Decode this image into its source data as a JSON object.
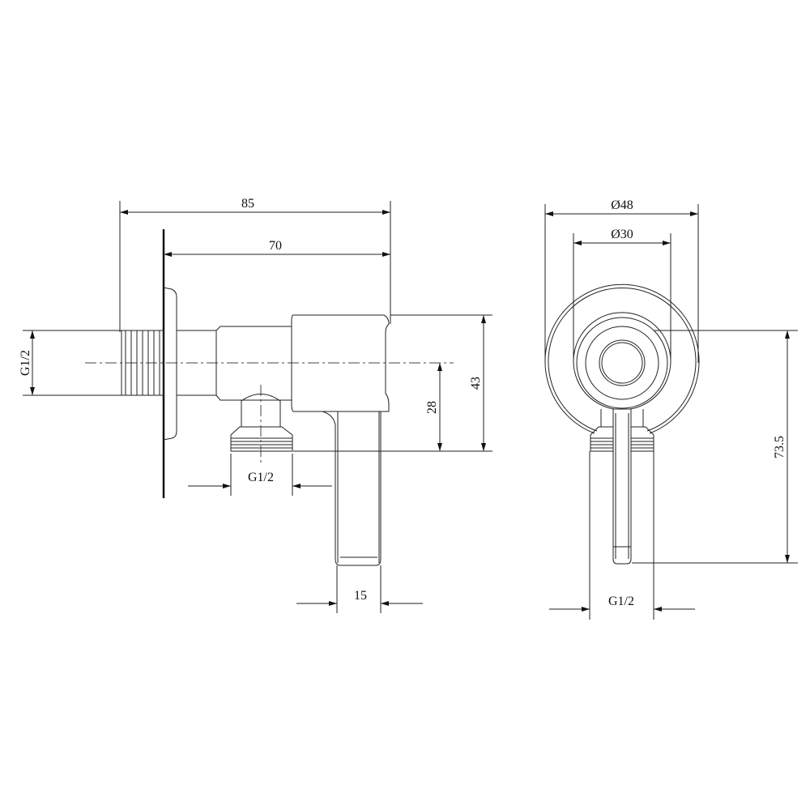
{
  "side_view": {
    "dim_overall": "85",
    "dim_from_wall": "70",
    "dim_inlet_thread": "G1/2",
    "dim_outlet_thread": "G1/2",
    "dim_outlet_height": "28",
    "dim_body_height": "43",
    "dim_handle_width": "15"
  },
  "front_view": {
    "dim_escutcheon_diameter": "Ø48",
    "dim_body_diameter": "Ø30",
    "dim_total_height": "73.5",
    "dim_outlet_thread": "G1/2"
  }
}
